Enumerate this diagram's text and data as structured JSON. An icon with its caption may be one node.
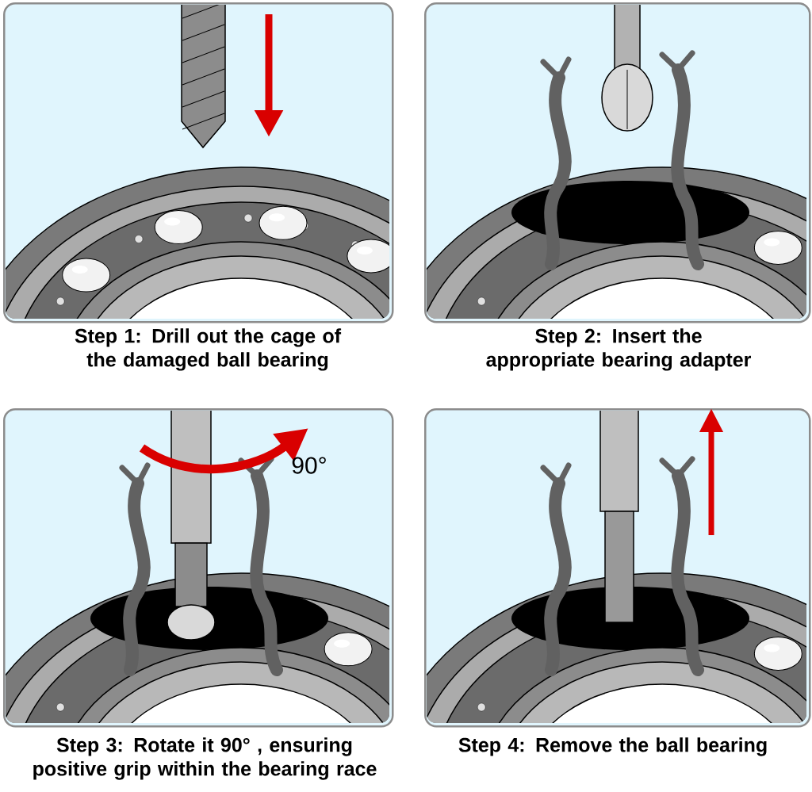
{
  "diagram": {
    "nodes": [
      {
        "text": [
          "Step 1: Drill out the cage of the damaged ball bearing"
        ]
      },
      {
        "text": [
          "Step 2: Insert the appropriate bearing adapter"
        ]
      },
      {
        "text": [
          "Step 3: Rotate it 90° , ensuring positive grip within the bearing race"
        ]
      },
      {
        "text": [
          "Step 4: Remove the ball bearing"
        ]
      }
    ],
    "edges": [],
    "labels": [
      "90°"
    ]
  }
}
